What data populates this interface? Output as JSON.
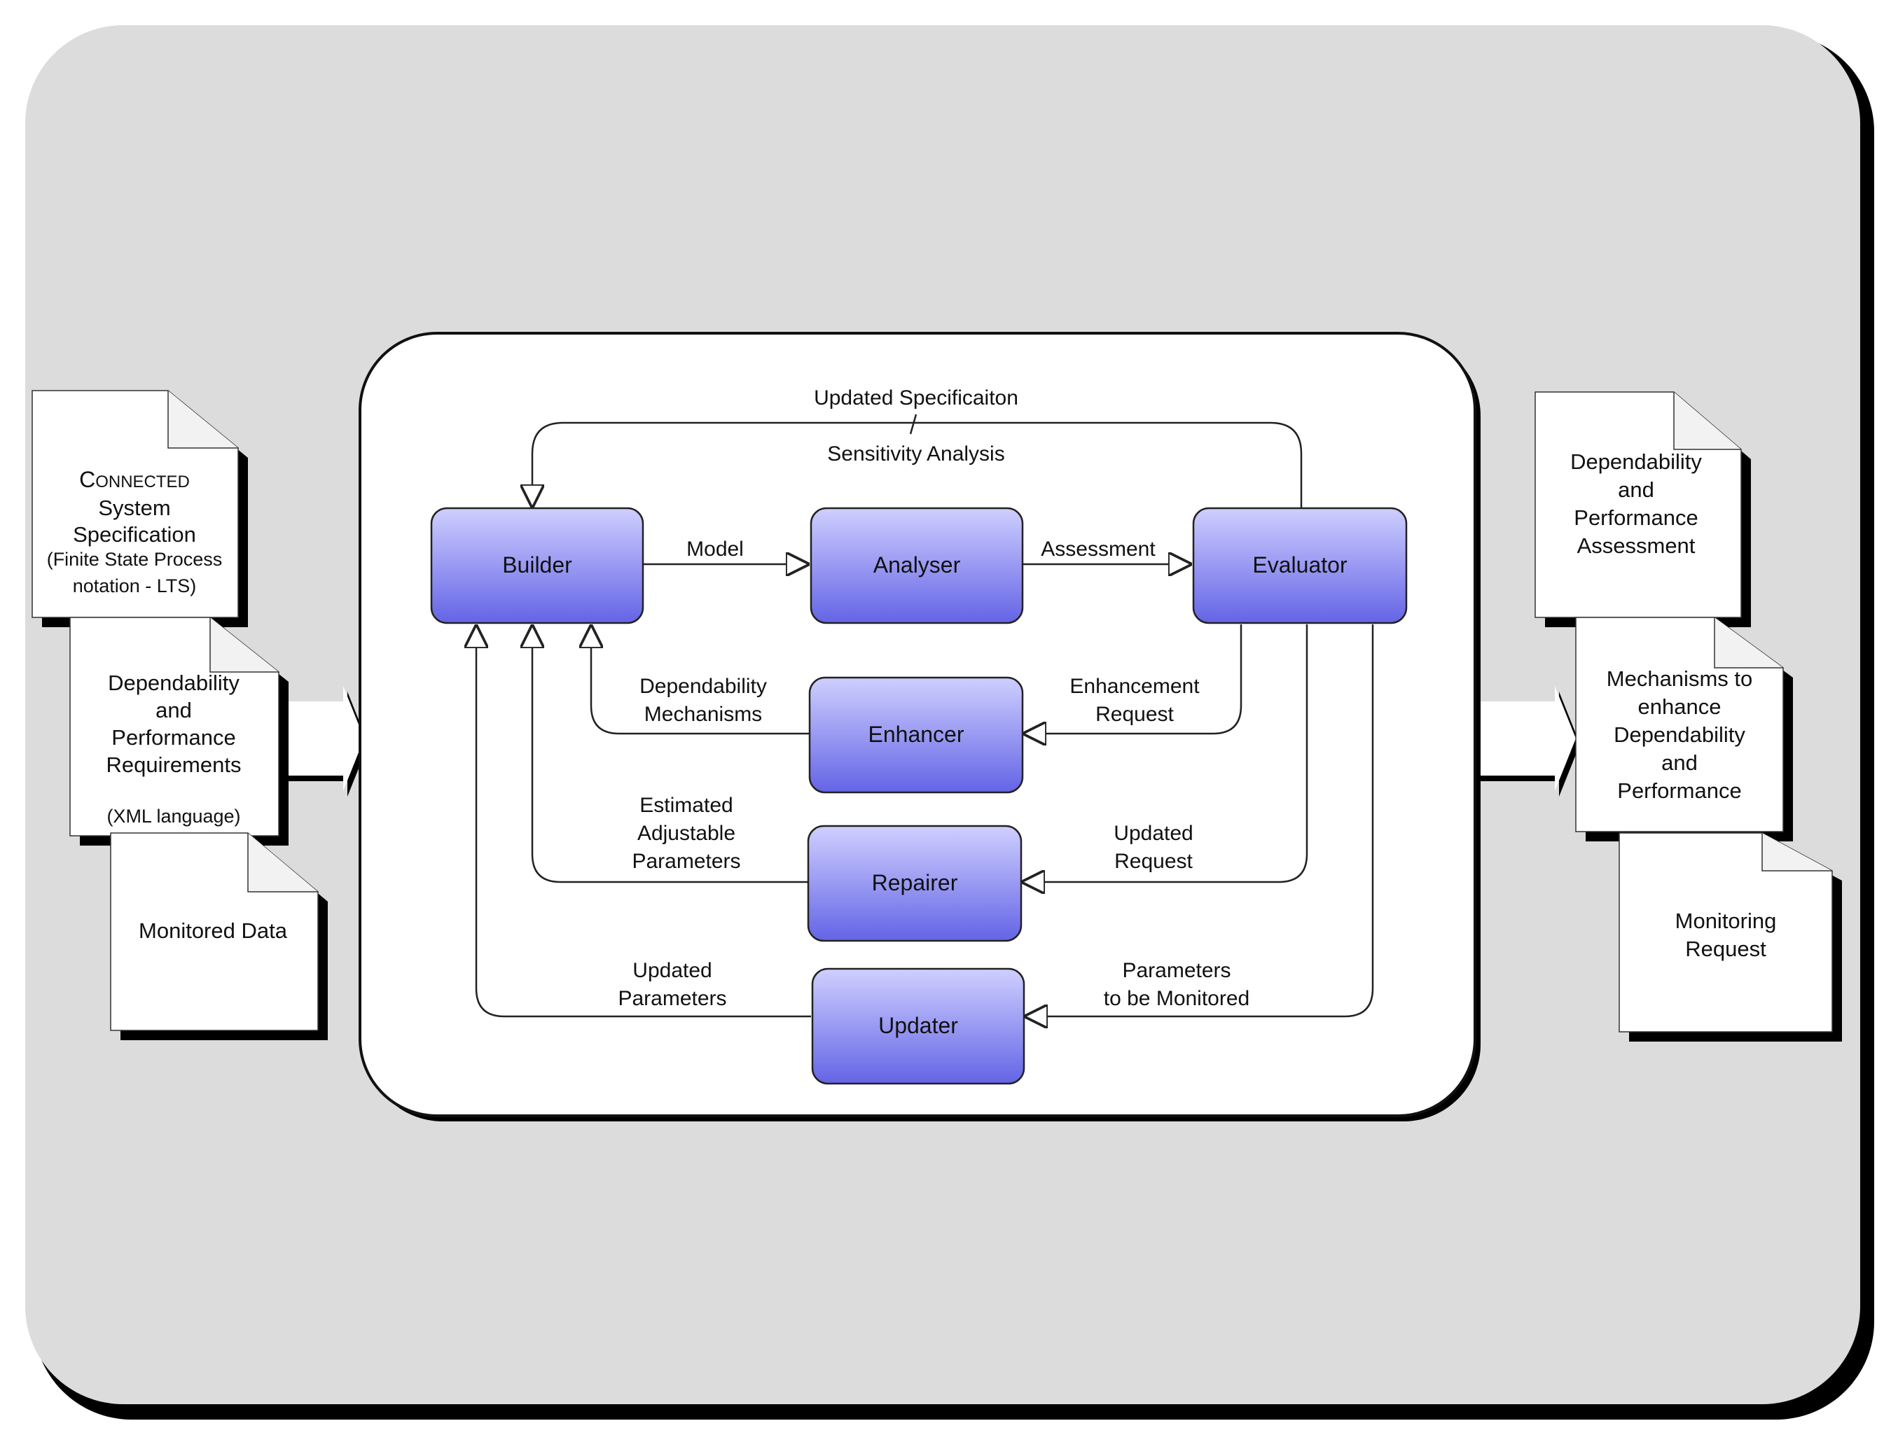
{
  "colors": {
    "background_panel": "#dcdcdc",
    "component_fill_top": "#c9c9ff",
    "component_fill_bottom": "#6a6ae8",
    "line": "#222222"
  },
  "components": {
    "builder": "Builder",
    "analyser": "Analyser",
    "evaluator": "Evaluator",
    "enhancer": "Enhancer",
    "repairer": "Repairer",
    "updater": "Updater"
  },
  "arrows": {
    "updated_specification": "Updated Specificaiton",
    "sensitivity_analysis": "Sensitivity Analysis",
    "model": "Model",
    "assessment": "Assessment",
    "dependability_mechanisms": [
      "Dependability",
      "Mechanisms"
    ],
    "enhancement_request": [
      "Enhancement",
      "Request"
    ],
    "estimated_adjustable_parameters": [
      "Estimated",
      "Adjustable",
      "Parameters"
    ],
    "updated_request": [
      "Updated",
      "Request"
    ],
    "updated_parameters": [
      "Updated",
      "Parameters"
    ],
    "parameters_to_be_monitored": [
      "Parameters",
      "to be Monitored"
    ]
  },
  "inputs": {
    "connected_spec": {
      "first_letter": "C",
      "rest": "ONNECTED",
      "lines": [
        "System",
        "Specification",
        "(Finite State Process",
        "notation - LTS)"
      ]
    },
    "requirements": {
      "lines": [
        "Dependability",
        "and",
        "Performance",
        "Requirements"
      ],
      "note": "(XML language)"
    },
    "monitored_data": "Monitored Data"
  },
  "outputs": {
    "assessment": [
      "Dependability",
      "and",
      "Performance",
      "Assessment"
    ],
    "mechanisms": [
      "Mechanisms to",
      "enhance",
      "Dependability",
      "and",
      "Performance"
    ],
    "monitoring_request": [
      "Monitoring",
      "Request"
    ]
  }
}
